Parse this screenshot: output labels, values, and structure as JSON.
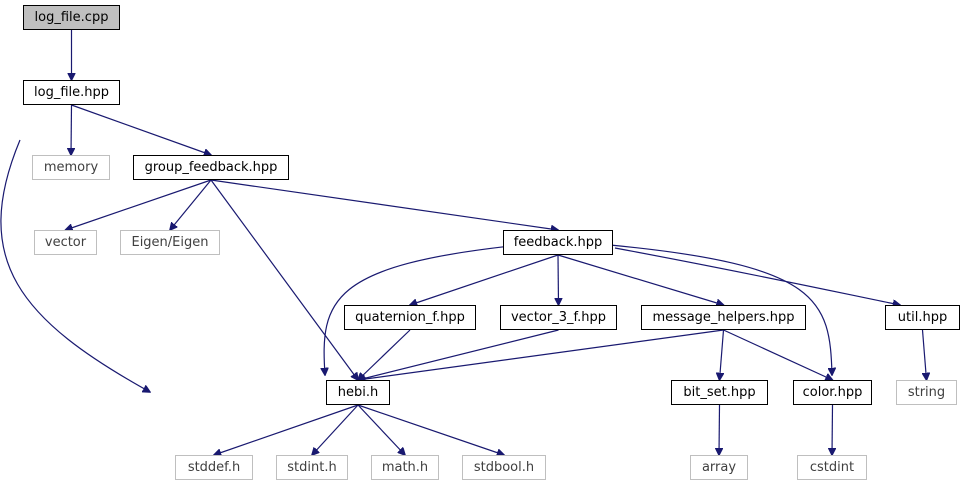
{
  "nodes": {
    "log_file_cpp": {
      "label": "log_file.cpp",
      "kind": "root"
    },
    "log_file_hpp": {
      "label": "log_file.hpp",
      "kind": "local"
    },
    "memory": {
      "label": "memory",
      "kind": "system"
    },
    "group_feedback_hpp": {
      "label": "group_feedback.hpp",
      "kind": "local"
    },
    "vector": {
      "label": "vector",
      "kind": "system"
    },
    "eigen": {
      "label": "Eigen/Eigen",
      "kind": "system"
    },
    "feedback_hpp": {
      "label": "feedback.hpp",
      "kind": "local"
    },
    "quaternion_f_hpp": {
      "label": "quaternion_f.hpp",
      "kind": "local"
    },
    "vector_3_f_hpp": {
      "label": "vector_3_f.hpp",
      "kind": "local"
    },
    "message_helpers_hpp": {
      "label": "message_helpers.hpp",
      "kind": "local"
    },
    "util_hpp": {
      "label": "util.hpp",
      "kind": "local"
    },
    "hebi_h": {
      "label": "hebi.h",
      "kind": "local"
    },
    "bit_set_hpp": {
      "label": "bit_set.hpp",
      "kind": "local"
    },
    "color_hpp": {
      "label": "color.hpp",
      "kind": "local"
    },
    "string": {
      "label": "string",
      "kind": "system"
    },
    "stddef_h": {
      "label": "stddef.h",
      "kind": "system"
    },
    "stdint_h": {
      "label": "stdint.h",
      "kind": "system"
    },
    "math_h": {
      "label": "math.h",
      "kind": "system"
    },
    "stdbool_h": {
      "label": "stdbool.h",
      "kind": "system"
    },
    "array": {
      "label": "array",
      "kind": "system"
    },
    "cstdint": {
      "label": "cstdint",
      "kind": "system"
    }
  },
  "edges": [
    {
      "from": "log_file_cpp",
      "to": "log_file_hpp"
    },
    {
      "from": "log_file_hpp",
      "to": "memory"
    },
    {
      "from": "log_file_hpp",
      "to": "group_feedback_hpp"
    },
    {
      "from": "log_file_hpp",
      "to": "hebi_h"
    },
    {
      "from": "group_feedback_hpp",
      "to": "vector"
    },
    {
      "from": "group_feedback_hpp",
      "to": "eigen"
    },
    {
      "from": "group_feedback_hpp",
      "to": "feedback_hpp"
    },
    {
      "from": "group_feedback_hpp",
      "to": "hebi_h"
    },
    {
      "from": "feedback_hpp",
      "to": "hebi_h"
    },
    {
      "from": "feedback_hpp",
      "to": "quaternion_f_hpp"
    },
    {
      "from": "feedback_hpp",
      "to": "vector_3_f_hpp"
    },
    {
      "from": "feedback_hpp",
      "to": "message_helpers_hpp"
    },
    {
      "from": "feedback_hpp",
      "to": "util_hpp"
    },
    {
      "from": "feedback_hpp",
      "to": "color_hpp"
    },
    {
      "from": "quaternion_f_hpp",
      "to": "hebi_h"
    },
    {
      "from": "vector_3_f_hpp",
      "to": "hebi_h"
    },
    {
      "from": "message_helpers_hpp",
      "to": "hebi_h"
    },
    {
      "from": "message_helpers_hpp",
      "to": "bit_set_hpp"
    },
    {
      "from": "message_helpers_hpp",
      "to": "color_hpp"
    },
    {
      "from": "util_hpp",
      "to": "string"
    },
    {
      "from": "hebi_h",
      "to": "stddef_h"
    },
    {
      "from": "hebi_h",
      "to": "stdint_h"
    },
    {
      "from": "hebi_h",
      "to": "math_h"
    },
    {
      "from": "hebi_h",
      "to": "stdbool_h"
    },
    {
      "from": "bit_set_hpp",
      "to": "array"
    },
    {
      "from": "color_hpp",
      "to": "cstdint"
    }
  ]
}
